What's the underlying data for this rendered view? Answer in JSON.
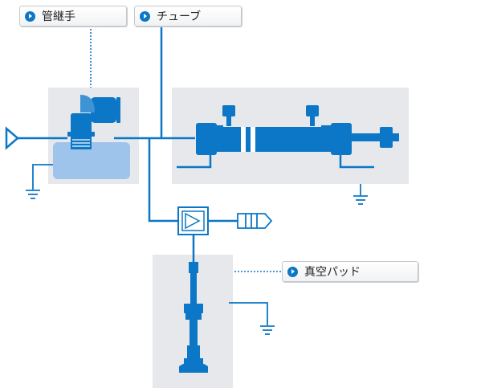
{
  "labels": {
    "fitting": "管継手",
    "tube": "チューブ",
    "vacuum_pad": "真空パッド"
  },
  "colors": {
    "line_blue": "#0b77c6",
    "panel_gray": "#e6e8eb",
    "liquid_blue": "#9ec4ec"
  },
  "icons": [
    "play-icon",
    "ground-icon",
    "valve-icon",
    "silencer-icon"
  ]
}
